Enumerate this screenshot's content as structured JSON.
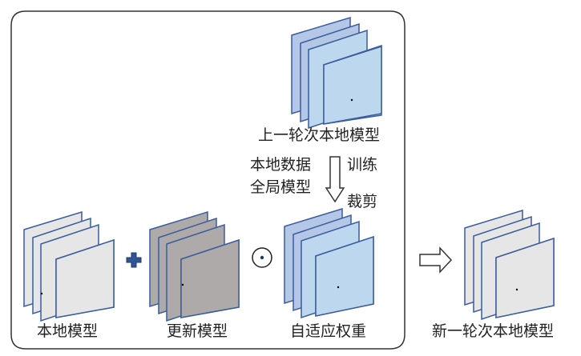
{
  "colors": {
    "stroke": "#3a5c9c",
    "light_gray_fill": "#e7e6e6",
    "dark_gray_fill": "#aeaaaa",
    "blue_back_fill": "#b4c7e7",
    "blue_front_fill": "#bdd7ee",
    "plus_fill": "#2f5597"
  },
  "labels": {
    "previous_round_local_model": "上一轮次本地模型",
    "local_data": "本地数据",
    "global_model": "全局模型",
    "train": "训练",
    "prune": "裁剪",
    "local_model": "本地模型",
    "update_model": "更新模型",
    "adaptive_weights": "自适应权重",
    "new_round_local_model": "新一轮次本地模型"
  },
  "operators": {
    "plus": "+",
    "hadamard": "⊙"
  }
}
